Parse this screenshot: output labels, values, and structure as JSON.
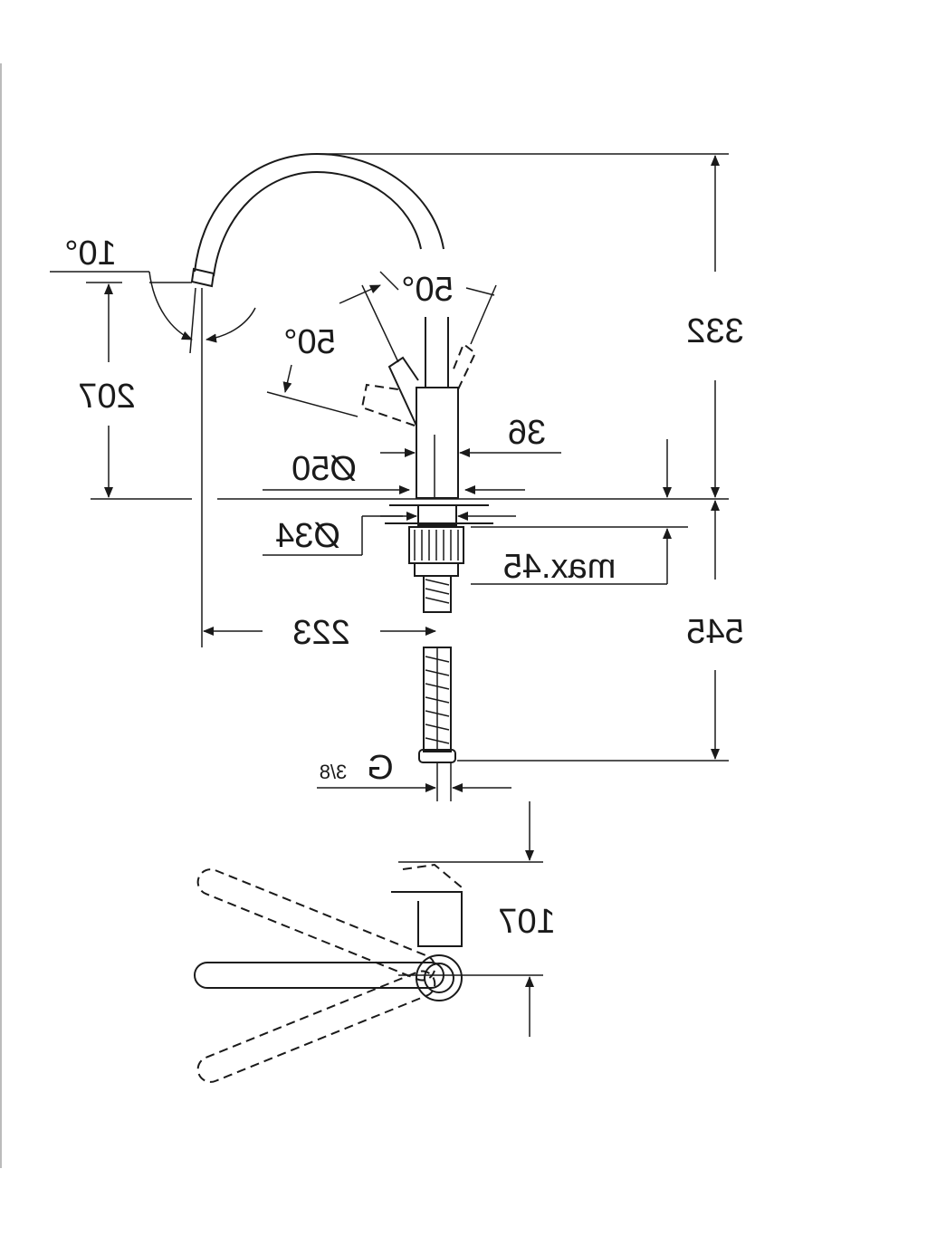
{
  "drawing": {
    "title": "Faucet dimension drawing",
    "mirrored": true,
    "line_color": "#1a1a1a",
    "side_view": {
      "spout_angle": "10°",
      "spout_height": "207",
      "lever_angle_front": "50°",
      "lever_angle_side": "50°",
      "total_height": "332",
      "body_width": "36",
      "base_diameter": "Ø50",
      "hole_diameter": "Ø34",
      "max_counter_thickness": "max.45",
      "hose_length": "545",
      "spout_reach": "223",
      "thread": "G",
      "thread_size": "3/8"
    },
    "top_view": {
      "lever_clearance": "107"
    }
  }
}
